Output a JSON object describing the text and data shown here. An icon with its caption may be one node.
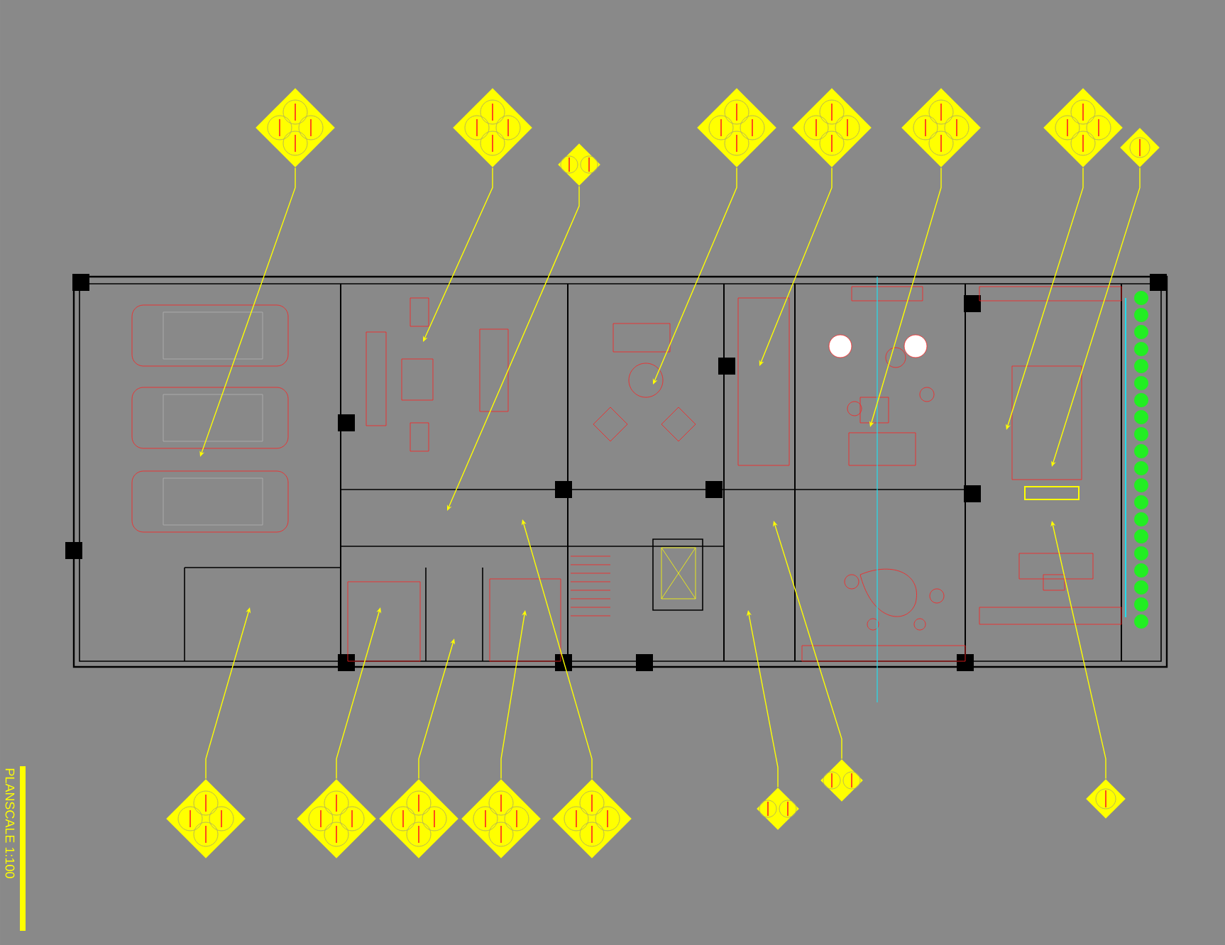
{
  "diagram": {
    "nodes": [
      {
        "text": [],
        "shape": "diamond"
      },
      {
        "text": [],
        "shape": "diamond"
      },
      {
        "text": [],
        "shape": "diamond"
      },
      {
        "text": [],
        "shape": "diamond"
      },
      {
        "text": [],
        "shape": "diamond"
      },
      {
        "text": [],
        "shape": "diamond"
      },
      {
        "text": [],
        "shape": "diamond"
      },
      {
        "text": [],
        "shape": "diamond"
      },
      {
        "text": [],
        "shape": "diamond"
      },
      {
        "text": [],
        "shape": "diamond"
      },
      {
        "text": [],
        "shape": "diamond"
      },
      {
        "text": [],
        "shape": "diamond"
      },
      {
        "text": [],
        "shape": "diamond"
      },
      {
        "text": [],
        "shape": "diamond"
      },
      {
        "text": [],
        "shape": "diamond"
      },
      {
        "text": [],
        "shape": "diamond"
      }
    ],
    "edges": [
      {
        "from": 0,
        "to": null,
        "arrow": "to"
      },
      {
        "from": 1,
        "to": null,
        "arrow": "to"
      },
      {
        "from": 2,
        "to": null,
        "arrow": "to"
      },
      {
        "from": 3,
        "to": null,
        "arrow": "to"
      },
      {
        "from": 4,
        "to": null,
        "arrow": "to"
      },
      {
        "from": 5,
        "to": null,
        "arrow": "to"
      },
      {
        "from": 6,
        "to": null,
        "arrow": "to"
      },
      {
        "from": 7,
        "to": null,
        "arrow": "to"
      },
      {
        "from": 8,
        "to": null,
        "arrow": "to"
      },
      {
        "from": 9,
        "to": null,
        "arrow": "to"
      },
      {
        "from": 10,
        "to": null,
        "arrow": "to"
      },
      {
        "from": 11,
        "to": null,
        "arrow": "to"
      },
      {
        "from": 12,
        "to": null,
        "arrow": "to"
      },
      {
        "from": 13,
        "to": null,
        "arrow": "to"
      },
      {
        "from": 14,
        "to": null,
        "arrow": "to"
      },
      {
        "from": 15,
        "to": null,
        "arrow": "to"
      }
    ],
    "labels": [
      "PLANSCALE 1:100"
    ]
  }
}
